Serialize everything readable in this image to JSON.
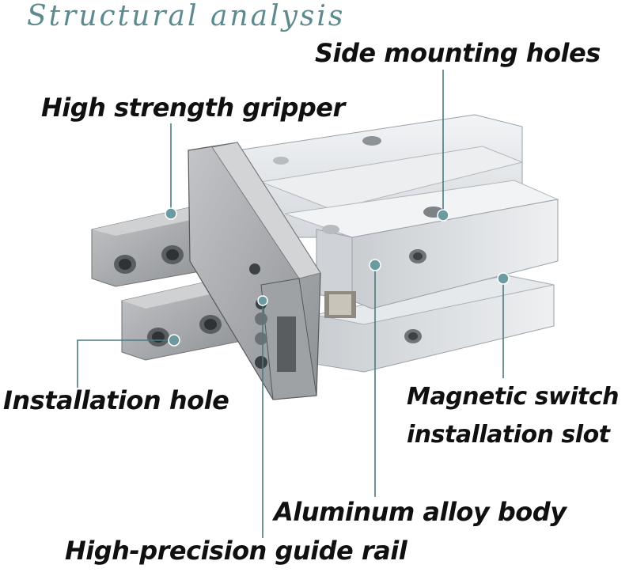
{
  "title": "Structural analysis",
  "labels": {
    "side_mounting_holes": "Side mounting holes",
    "high_strength_gripper": "High strength gripper",
    "installation_hole": "Installation hole",
    "magnetic_switch_line1": "Magnetic switch",
    "magnetic_switch_line2": "installation slot",
    "aluminum_alloy_body": "Aluminum alloy body",
    "high_precision_guide_rail": "High-precision guide rail"
  },
  "colors": {
    "title": "#5d8a8e",
    "leader": "#4a7a80",
    "dot": "#6b9aa0",
    "aluminum": "#d9dcdf",
    "steel": "#a7aaad"
  }
}
